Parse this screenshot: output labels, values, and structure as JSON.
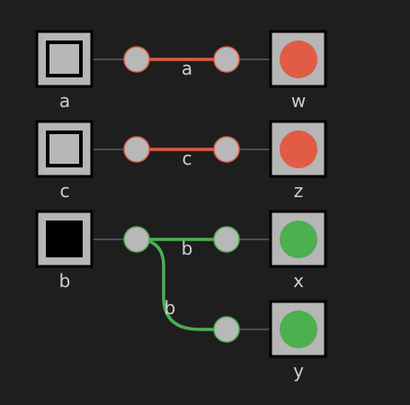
{
  "colors": {
    "background": "#1e1e1e",
    "box_fill": "#b6b6b6",
    "box_border": "#000000",
    "thin_line": "#5a5a70",
    "red": "#e05c45",
    "green": "#4caf50",
    "node_fill": "#b8b8b8",
    "label": "#cfcfcf"
  },
  "inputs": [
    {
      "label": "a",
      "state": "off"
    },
    {
      "label": "c",
      "state": "off"
    },
    {
      "label": "b",
      "state": "on"
    }
  ],
  "outputs": [
    {
      "label": "w",
      "color": "red"
    },
    {
      "label": "z",
      "color": "red"
    },
    {
      "label": "x",
      "color": "green"
    },
    {
      "label": "y",
      "color": "green"
    }
  ],
  "wires": [
    {
      "label": "a",
      "color": "red"
    },
    {
      "label": "c",
      "color": "red"
    },
    {
      "label": "b",
      "color": "green"
    },
    {
      "label": "b",
      "color": "green"
    }
  ]
}
